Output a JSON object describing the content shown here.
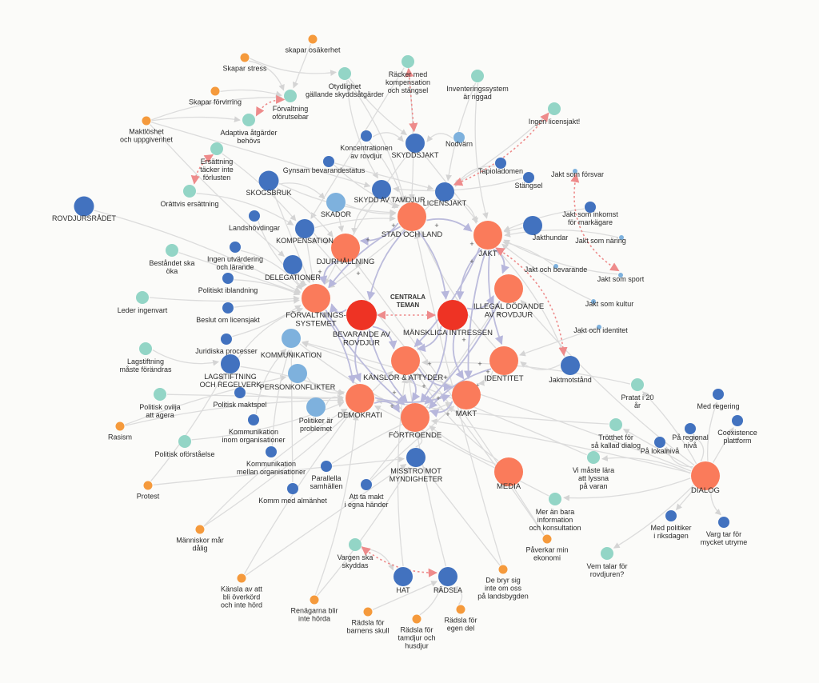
{
  "center_title": [
    "CENTRALA",
    "TEMAN"
  ],
  "colors": {
    "red": "#ee3324",
    "coral": "#fa7b5b",
    "blue": "#4272bf",
    "lightblue": "#7eb1dd",
    "teal": "#93d5c6",
    "orange": "#f59a3c",
    "edge": "#dcdcdc",
    "edge_strong": "#bcbcdc",
    "edge_pink": "#ee8b8b"
  },
  "nodes": [
    {
      "id": "bevarande",
      "type": "red",
      "label": [
        "BEVARANDE AV",
        "ROVDJUR"
      ]
    },
    {
      "id": "manskliga",
      "type": "red",
      "label": [
        "MÄNSKLIGA INTRESSEN"
      ]
    },
    {
      "id": "stad",
      "type": "coral",
      "label": [
        "STAD OCH LAND"
      ]
    },
    {
      "id": "jakt",
      "type": "coral",
      "label": [
        "JAKT"
      ]
    },
    {
      "id": "djurhallning",
      "type": "coral",
      "label": [
        "DJURHÅLLNING"
      ]
    },
    {
      "id": "forvaltning",
      "type": "coral",
      "label": [
        "FÖRVALTNINGS-",
        "SYSTEMET"
      ]
    },
    {
      "id": "illegal",
      "type": "coral",
      "label": [
        "ILLEGAL DÖDANDE",
        "AV ROVDJUR"
      ]
    },
    {
      "id": "kanslor",
      "type": "coral",
      "label": [
        "KÄNSLOR & ATTYDER+"
      ]
    },
    {
      "id": "identitet",
      "type": "coral",
      "label": [
        "IDENTITET"
      ]
    },
    {
      "id": "demokrati",
      "type": "coral",
      "label": [
        "DEMOKRATI"
      ]
    },
    {
      "id": "makt",
      "type": "coral",
      "label": [
        "MAKT"
      ]
    },
    {
      "id": "fortroende",
      "type": "coral",
      "label": [
        "FÖRTROENDE"
      ]
    },
    {
      "id": "media",
      "type": "coral",
      "label": [
        "MEDIA"
      ]
    },
    {
      "id": "dialog",
      "type": "coral",
      "label": [
        "DIALOG"
      ]
    },
    {
      "id": "rovdjursradet",
      "type": "blue",
      "label": [
        "ROVDJURSRÅDET"
      ]
    },
    {
      "id": "skogsbruk",
      "type": "blue",
      "label": [
        "SKOGSBRUK"
      ]
    },
    {
      "id": "skydd",
      "type": "blue",
      "label": [
        "SKYDD AV TAMDJUR"
      ]
    },
    {
      "id": "licensjakt",
      "type": "blue",
      "label": [
        "LICENSJAKT"
      ]
    },
    {
      "id": "skyddsjakt",
      "type": "blue",
      "label": [
        "SKYDDSJAKT"
      ]
    },
    {
      "id": "kompensation",
      "type": "blue",
      "label": [
        "KOMPENSATION"
      ]
    },
    {
      "id": "delegationer",
      "type": "blue",
      "label": [
        "DELEGATIONER"
      ]
    },
    {
      "id": "jakthundar",
      "type": "blue",
      "label": [
        "Jakthundar"
      ]
    },
    {
      "id": "jaktmotstand",
      "type": "blue",
      "label": [
        "Jaktmotstånd"
      ]
    },
    {
      "id": "lagstiftning",
      "type": "blue",
      "label": [
        "LAGSTIFTNING",
        "OCH REGELVERK"
      ]
    },
    {
      "id": "misstro",
      "type": "blue",
      "label": [
        "MISSTRO MOT",
        "MYNDIGHETER"
      ]
    },
    {
      "id": "hat",
      "type": "blue",
      "label": [
        "HAT"
      ]
    },
    {
      "id": "radsla",
      "type": "blue",
      "label": [
        "RÄDSLA"
      ]
    },
    {
      "id": "skador",
      "type": "lightblue",
      "label": [
        "SKADOR"
      ]
    },
    {
      "id": "kommunikation",
      "type": "lightblue",
      "label": [
        "KOMMUNIKATION"
      ]
    },
    {
      "id": "personkonflikter",
      "type": "lightblue",
      "label": [
        "PERSONKONFLIKTER"
      ]
    },
    {
      "id": "politiker_problem",
      "type": "lightblue",
      "label": [
        "Politiker är",
        "problemet"
      ]
    },
    {
      "id": "nodvarn",
      "type": "lightblue",
      "label": [
        "Nodvärn"
      ]
    },
    {
      "id": "koncentrationen",
      "type": "blue",
      "label": [
        "Koncentrationen",
        "av rovdjur"
      ]
    },
    {
      "id": "gynsam",
      "type": "blue",
      "label": [
        "Gynsam bevarandestatus"
      ]
    },
    {
      "id": "landshovdingar",
      "type": "blue",
      "label": [
        "Landshövdingar"
      ]
    },
    {
      "id": "ingen_utv",
      "type": "blue",
      "label": [
        "Ingen utvärdering",
        "och lärande"
      ]
    },
    {
      "id": "politiskt_ibl",
      "type": "blue",
      "label": [
        "Politiskt iblandning"
      ]
    },
    {
      "id": "beslut",
      "type": "blue",
      "label": [
        "Beslut om licensjakt"
      ]
    },
    {
      "id": "juridiska",
      "type": "blue",
      "label": [
        "Juridiska processer"
      ]
    },
    {
      "id": "pol_maktspel",
      "type": "blue",
      "label": [
        "Politisk maktspel"
      ]
    },
    {
      "id": "komm_inom",
      "type": "blue",
      "label": [
        "Kommunikation",
        "inom organisationer"
      ]
    },
    {
      "id": "komm_mellan",
      "type": "blue",
      "label": [
        "Kommunikation",
        "mellan organisationer"
      ]
    },
    {
      "id": "parallella",
      "type": "blue",
      "label": [
        "Parallella",
        "samhällen"
      ]
    },
    {
      "id": "komm_alm",
      "type": "blue",
      "label": [
        "Komm med almänhet"
      ]
    },
    {
      "id": "att_ta_makt",
      "type": "blue",
      "label": [
        "Att ta makt",
        "i egna händer"
      ]
    },
    {
      "id": "tapiola",
      "type": "blue",
      "label": [
        "Tapioladomen"
      ]
    },
    {
      "id": "stangsel",
      "type": "blue",
      "label": [
        "Stängsel"
      ]
    },
    {
      "id": "inkomst",
      "type": "blue",
      "label": [
        "Jakt som inkomst",
        "för markägare"
      ]
    },
    {
      "id": "med_regering",
      "type": "blue",
      "label": [
        "Med regering"
      ]
    },
    {
      "id": "coexistence",
      "type": "blue",
      "label": [
        "Coexistence",
        "plattform"
      ]
    },
    {
      "id": "pa_regional",
      "type": "blue",
      "label": [
        "På regional",
        "nivå"
      ]
    },
    {
      "id": "pa_lokal",
      "type": "blue",
      "label": [
        "På lokalnivå"
      ]
    },
    {
      "id": "med_politiker",
      "type": "blue",
      "label": [
        "Med politiker",
        "i riksdagen"
      ]
    },
    {
      "id": "varg_tar",
      "type": "blue",
      "label": [
        "Varg tar för",
        "mycket utryme"
      ]
    },
    {
      "id": "jakt_forsvar",
      "type": "lightblue",
      "label": [
        "Jakt som försvar"
      ]
    },
    {
      "id": "jakt_naring",
      "type": "lightblue",
      "label": [
        "Jakt som näring"
      ]
    },
    {
      "id": "jakt_bevarande",
      "type": "lightblue",
      "label": [
        "Jakt och bevarande"
      ]
    },
    {
      "id": "jakt_sport",
      "type": "lightblue",
      "label": [
        "Jakt som sport"
      ]
    },
    {
      "id": "jakt_kultur",
      "type": "lightblue",
      "label": [
        "Jakt som kultur"
      ]
    },
    {
      "id": "jakt_identitet",
      "type": "lightblue",
      "label": [
        "Jakt och identitet"
      ]
    },
    {
      "id": "racker",
      "type": "teal",
      "label": [
        "Räcker med",
        "kompensation",
        "och stängsel"
      ]
    },
    {
      "id": "otydlighet",
      "type": "teal",
      "label": [
        "Otydlighet",
        "gällande skyddsåtgärder"
      ]
    },
    {
      "id": "inventering",
      "type": "teal",
      "label": [
        "Inventeringssystem",
        "är riggad"
      ]
    },
    {
      "id": "ingen_licens",
      "type": "teal",
      "label": [
        "Ingen licensjakt!"
      ]
    },
    {
      "id": "forv_oforutsebar",
      "type": "teal",
      "label": [
        "Förvaltning",
        "oförutsebar"
      ]
    },
    {
      "id": "adaptiva",
      "type": "teal",
      "label": [
        "Adaptiva åtgärder",
        "behövs"
      ]
    },
    {
      "id": "ersattning",
      "type": "teal",
      "label": [
        "Ersättning",
        "täcker inte",
        "förlusten"
      ]
    },
    {
      "id": "orattvis",
      "type": "teal",
      "label": [
        "Orättvis ersättning"
      ]
    },
    {
      "id": "bestandet",
      "type": "teal",
      "label": [
        "Beståndet ska",
        "öka"
      ]
    },
    {
      "id": "leder_ingenvart",
      "type": "teal",
      "label": [
        "Leder ingenvart"
      ]
    },
    {
      "id": "lagstiftning_mas",
      "type": "teal",
      "label": [
        "Lagstiftning",
        "måste förändras"
      ]
    },
    {
      "id": "pol_ovilja",
      "type": "teal",
      "label": [
        "Politisk ovilja",
        "att agera"
      ]
    },
    {
      "id": "pol_oforst",
      "type": "teal",
      "label": [
        "Politisk oförståelse"
      ]
    },
    {
      "id": "pratat",
      "type": "teal",
      "label": [
        "Pratat i 20",
        "år"
      ]
    },
    {
      "id": "trotthet",
      "type": "teal",
      "label": [
        "Trötthet för",
        "så kallad dialog"
      ]
    },
    {
      "id": "vi_maste",
      "type": "teal",
      "label": [
        "Vi måste lära",
        "att lyssna",
        "på varan"
      ]
    },
    {
      "id": "mer_an",
      "type": "teal",
      "label": [
        "Mer än bara",
        "information",
        "och konsultation"
      ]
    },
    {
      "id": "vem_talar",
      "type": "teal",
      "label": [
        "Vem talar för",
        "rovdjuren?"
      ]
    },
    {
      "id": "vargen_ska",
      "type": "teal",
      "label": [
        "Vargen ska",
        "skyddas"
      ]
    },
    {
      "id": "skapar_osak",
      "type": "orange",
      "label": [
        "skapar osäkerhet"
      ]
    },
    {
      "id": "skapar_stress",
      "type": "orange",
      "label": [
        "Skapar stress"
      ]
    },
    {
      "id": "skapar_forv",
      "type": "orange",
      "label": [
        "Skapar förvirring"
      ]
    },
    {
      "id": "maktloshet",
      "type": "orange",
      "label": [
        "Maktlöshet",
        "och uppgivenhet"
      ]
    },
    {
      "id": "rasism",
      "type": "orange",
      "label": [
        "Rasism"
      ]
    },
    {
      "id": "protest",
      "type": "orange",
      "label": [
        "Protest"
      ]
    },
    {
      "id": "manniskor",
      "type": "orange",
      "label": [
        "Människor mår",
        "dålig"
      ]
    },
    {
      "id": "kansla",
      "type": "orange",
      "label": [
        "Känsla av att",
        "bli överkörd",
        "och inte hörd"
      ]
    },
    {
      "id": "renagarna",
      "type": "orange",
      "label": [
        "Renägarna blir",
        "inte hörda"
      ]
    },
    {
      "id": "radsla_barn",
      "type": "orange",
      "label": [
        "Rädsla för",
        "barnens skull"
      ]
    },
    {
      "id": "radsla_tam",
      "type": "orange",
      "label": [
        "Rädsla för",
        "tamdjur och",
        "husdjur"
      ]
    },
    {
      "id": "radsla_egen",
      "type": "orange",
      "label": [
        "Rädsla för",
        "egen del"
      ]
    },
    {
      "id": "de_bryr",
      "type": "orange",
      "label": [
        "De bryr sig",
        "inte om oss",
        "på landsbygden"
      ]
    },
    {
      "id": "paverkar",
      "type": "orange",
      "label": [
        "Påverkar min",
        "ekonomi"
      ]
    }
  ]
}
